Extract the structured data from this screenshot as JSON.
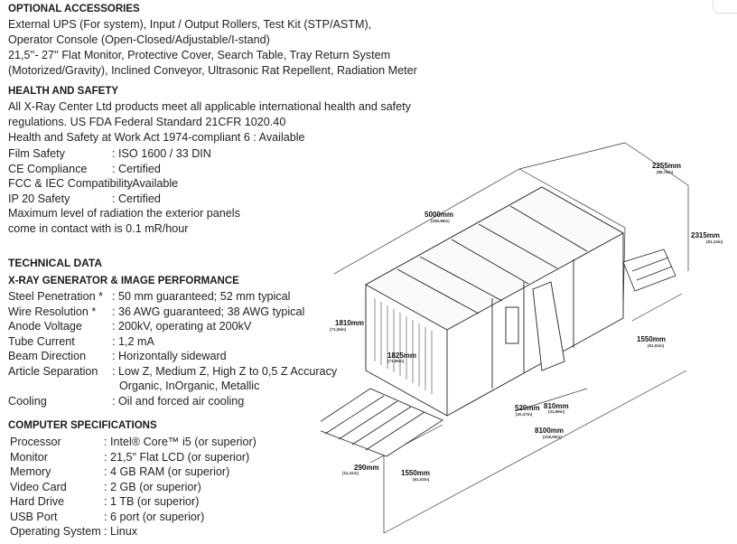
{
  "optional_accessories": {
    "title": "OPTIONAL ACCESSORIES",
    "lines": [
      "External UPS (For system), Input / Output Rollers, Test Kit (STP/ASTM),",
      "Operator Console (Open-Closed/Adjustable/I-stand)",
      "21,5''- 27'' Flat Monitor, Protective Cover, Search Table, Tray Return System",
      "(Motorized/Gravity), Inclined Conveyor, Ultrasonic Rat Repellent, Radiation Meter"
    ]
  },
  "health_safety": {
    "title": "HEALTH AND SAFETY",
    "lines": [
      "All X-Ray Center Ltd products meet all applicable international health and safety",
      "regulations. US FDA Federal Standard 21CFR 1020.40",
      "Health and Safety at Work Act 1974-compliant 6 : Available"
    ],
    "specs": [
      {
        "k": "Film Safety",
        "v": ": ISO 1600 / 33 DIN"
      },
      {
        "k": "CE Compliance",
        "v": ": Certified"
      },
      {
        "k": "FCC & IEC Compatibility",
        "v": ": Available"
      },
      {
        "k": "IP 20 Safety",
        "v": ": Certified"
      }
    ],
    "note": [
      "Maximum level of radiation the exterior panels",
      "come in contact with is 0.1 mR/hour"
    ]
  },
  "technical": {
    "title": "TECHNICAL DATA",
    "subtitle": "X-RAY GENERATOR & IMAGE PERFORMANCE",
    "specs": [
      {
        "k": "Steel Penetration *",
        "v": ": 50 mm guaranteed; 52 mm typical"
      },
      {
        "k": "Wire Resolution *",
        "v": ": 36 AWG guaranteed; 38 AWG typical"
      },
      {
        "k": "Anode Voltage",
        "v": ": 200kV, operating at 200kV"
      },
      {
        "k": "Tube Current",
        "v": ": 1,2 mA"
      },
      {
        "k": "Beam Direction",
        "v": ": Horizontally sideward"
      },
      {
        "k": "Article Separation",
        "v": ": Low Z, Medium Z, High Z to 0,5 Z Accuracy"
      },
      {
        "k": "",
        "v": "Organic, InOrganic, Metallic"
      },
      {
        "k": "Cooling",
        "v": ": Oil and forced air cooling"
      }
    ]
  },
  "computer": {
    "title": "COMPUTER SPECIFICATIONS",
    "specs": [
      {
        "k": "Processor",
        "v": ": Intel® Core™ i5 (or superior)"
      },
      {
        "k": "Monitor",
        "v": ": 21,5\" Flat LCD (or superior)"
      },
      {
        "k": "Memory",
        "v": ": 4 GB RAM (or superior)"
      },
      {
        "k": "Video Card",
        "v": ": 2 GB (or superior)"
      },
      {
        "k": "Hard Drive",
        "v": ": 1 TB (or superior)"
      },
      {
        "k": "USB Port",
        "v": ": 6 port (or superior)"
      },
      {
        "k": "Operating System",
        "v": ": Linux"
      }
    ]
  },
  "dimensions": [
    {
      "mm": "2255mm",
      "in": "(88,78in)"
    },
    {
      "mm": "5000mm",
      "in": "(196,85in)"
    },
    {
      "mm": "2315mm",
      "in": "(91,14in)"
    },
    {
      "mm": "1810mm",
      "in": "(71,26in)"
    },
    {
      "mm": "1825mm",
      "in": "(71,85in)"
    },
    {
      "mm": "1550mm",
      "in": "(61,02in)"
    },
    {
      "mm": "520mm",
      "in": "(20,47in)"
    },
    {
      "mm": "810mm",
      "in": "(31,89in)"
    },
    {
      "mm": "8100mm",
      "in": "(318,90in)"
    },
    {
      "mm": "290mm",
      "in": "(11,41in)"
    },
    {
      "mm": "1550mm",
      "in": "(61,02in)"
    }
  ]
}
